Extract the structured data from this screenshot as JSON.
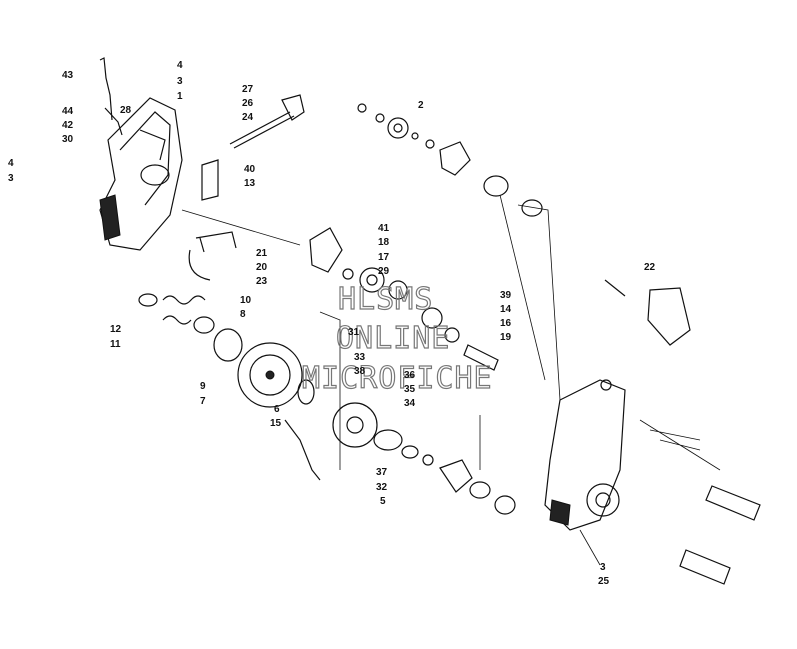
{
  "watermark": [
    "HLSMS",
    "ONLINE",
    "MICROFICHE"
  ],
  "callouts": {
    "c43": "43",
    "c4a": "4",
    "c3a": "3",
    "c1": "1",
    "c44": "44",
    "c42": "42",
    "c28": "28",
    "c30": "30",
    "c4b": "4",
    "c3b": "3",
    "c40": "40",
    "c13": "13",
    "c27": "27",
    "c26": "26",
    "c24": "24",
    "c2": "2",
    "c21": "21",
    "c20": "20",
    "c23": "23",
    "c41": "41",
    "c18": "18",
    "c17": "17",
    "c29": "29",
    "c22": "22",
    "c10": "10",
    "c8": "8",
    "c12": "12",
    "c11": "11",
    "c39": "39",
    "c14": "14",
    "c16": "16",
    "c19": "19",
    "c31": "31",
    "c33": "33",
    "c38": "38",
    "c9": "9",
    "c7": "7",
    "c36": "36",
    "c35": "35",
    "c34": "34",
    "c6": "6",
    "c15": "15",
    "c37": "37",
    "c32": "32",
    "c5": "5",
    "c3c": "3",
    "c25": "25"
  }
}
